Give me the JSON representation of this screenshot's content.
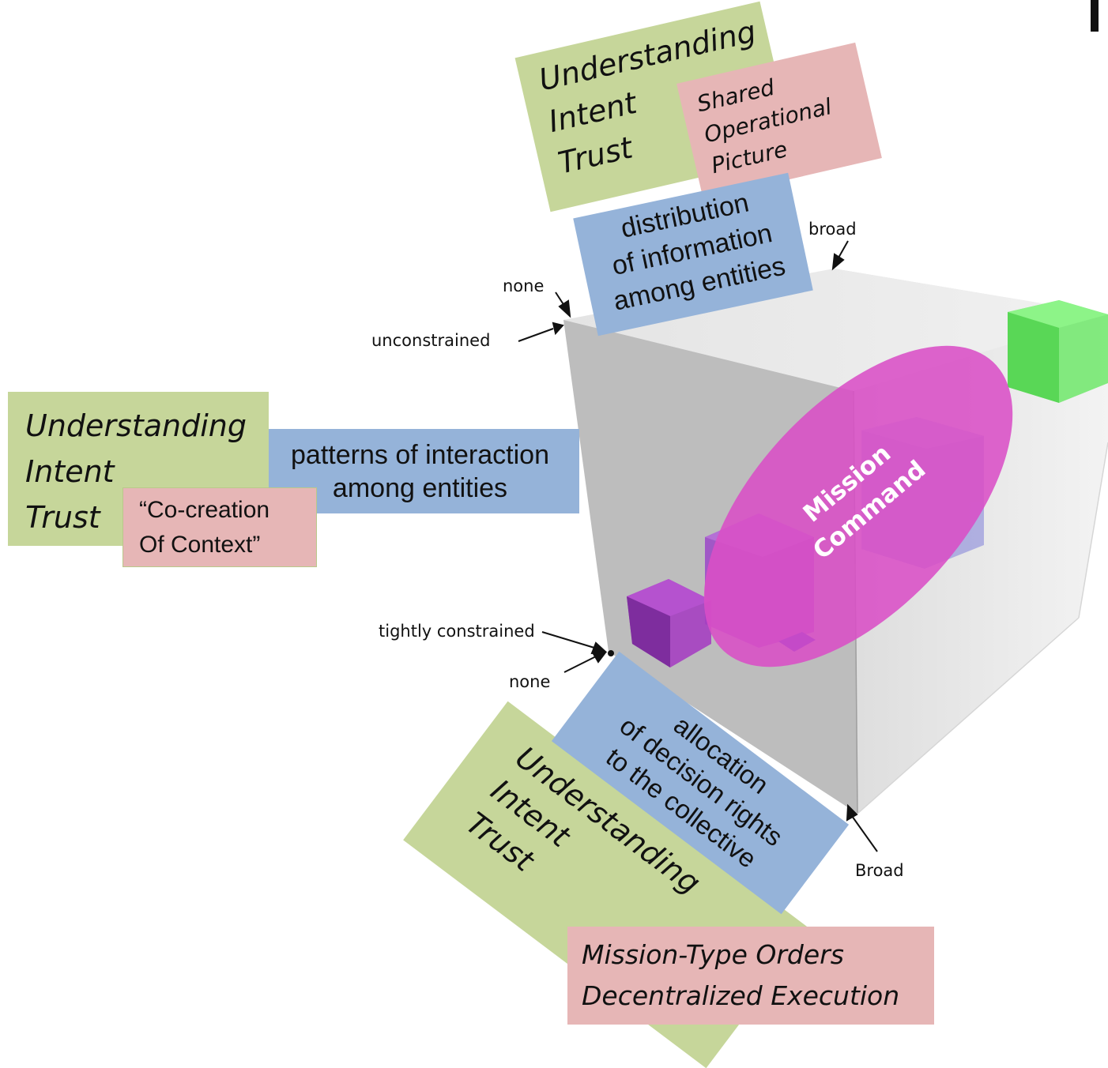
{
  "colors": {
    "green_box": "#c6d69a",
    "pink_box": "#e6b6b6",
    "blue_box": "#95b3d9",
    "mission_ellipse": "#d94fc6",
    "cube_face": "#bdbdbd"
  },
  "top": {
    "green_lines": [
      "Understanding",
      "Intent",
      "Trust"
    ],
    "pink_lines": [
      "Shared",
      "Operational",
      "Picture"
    ],
    "blue_lines": [
      "distribution",
      "of information",
      "among entities"
    ]
  },
  "left": {
    "green_lines": [
      "Understanding",
      "Intent",
      "Trust"
    ],
    "pink_lines": [
      "“Co-creation",
      "Of  Context”"
    ],
    "blue_lines": [
      "patterns of interaction",
      "among entities"
    ]
  },
  "bottom": {
    "green_lines": [
      "Understanding",
      "Intent",
      "Trust"
    ],
    "blue_lines": [
      "allocation",
      "of decision rights",
      "to the collective"
    ],
    "pink_lines": [
      "Mission-Type Orders",
      "Decentralized Execution"
    ]
  },
  "axis_labels": {
    "broad_top": "broad",
    "none_top": "none",
    "unconstrained": "unconstrained",
    "tightly_constrained": "tightly constrained",
    "none_bottom": "none",
    "broad_bottom": "Broad"
  },
  "center": {
    "lines": [
      "Mission",
      "Command"
    ]
  }
}
